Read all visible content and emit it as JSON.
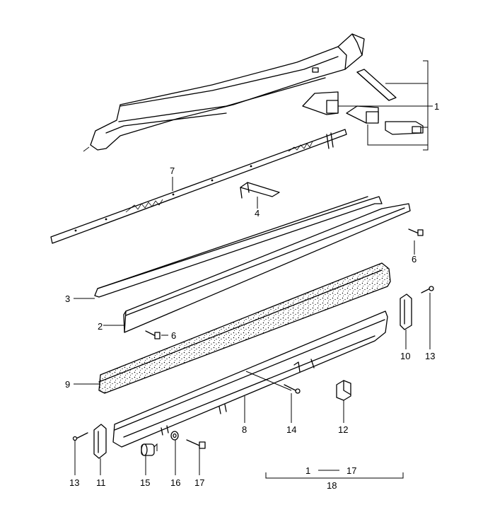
{
  "callouts": {
    "c1": "1",
    "c2": "2",
    "c3": "3",
    "c4": "4",
    "c6a": "6",
    "c6b": "6",
    "c7": "7",
    "c8": "8",
    "c9": "9",
    "c10": "10",
    "c11": "11",
    "c12": "12",
    "c13a": "13",
    "c13b": "13",
    "c14": "14",
    "c15": "15",
    "c16": "16",
    "c17": "17"
  },
  "range_note": {
    "from": "1",
    "to": "17",
    "assembly": "18"
  }
}
